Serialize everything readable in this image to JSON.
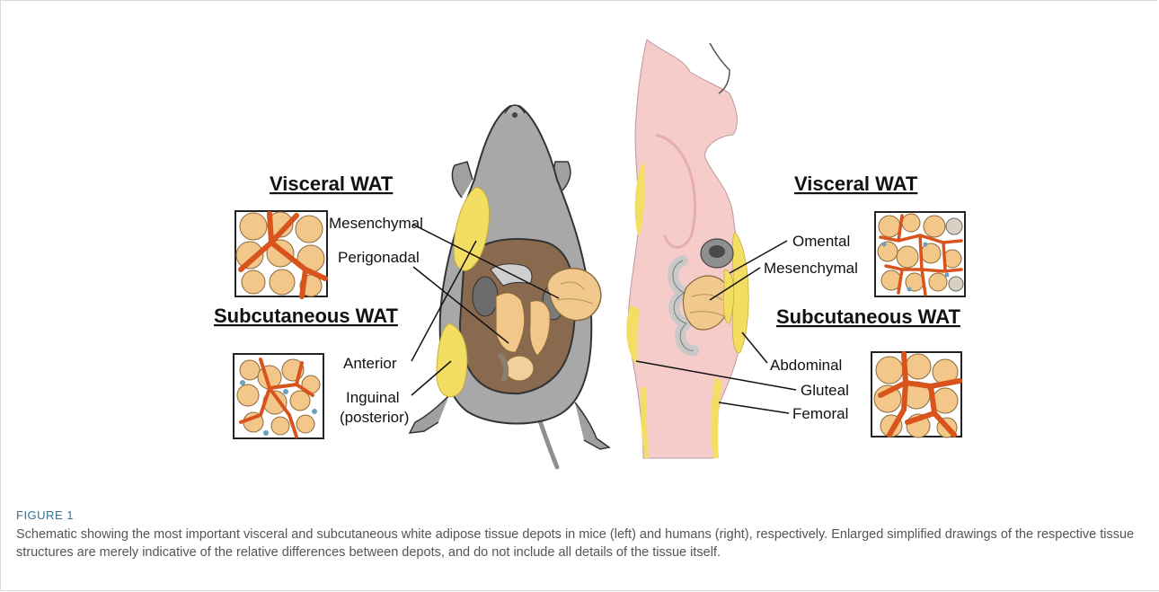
{
  "figure": {
    "label": "FIGURE 1",
    "caption": "Schematic showing the most important visceral and subcutaneous white adipose tissue depots in mice (left) and humans (right), respectively. Enlarged simplified drawings of the respective tissue structures are merely indicative of the relative differences between depots, and do not include all details of the tissue itself."
  },
  "mouse": {
    "visceral_heading": "Visceral WAT",
    "subcutaneous_heading": "Subcutaneous WAT",
    "labels": {
      "mesenchymal": "Mesenchymal",
      "perigonadal": "Perigonadal",
      "anterior": "Anterior",
      "inguinal": "Inguinal",
      "posterior": "(posterior)"
    }
  },
  "human": {
    "visceral_heading": "Visceral WAT",
    "subcutaneous_heading": "Subcutaneous WAT",
    "labels": {
      "omental": "Omental",
      "mesenchymal": "Mesenchymal",
      "abdominal": "Abdominal",
      "gluteal": "Gluteal",
      "femoral": "Femoral"
    }
  },
  "colors": {
    "fat_cell": "#f3c78a",
    "fat_yellow": "#f4dd63",
    "vessel": "#d9541c",
    "mouse_fur": "#a8a8a8",
    "human_skin": "#f6cccb",
    "organ_brown": "#8a6a4e",
    "caption_text": "#555555",
    "figure_label": "#3a6f8f"
  }
}
